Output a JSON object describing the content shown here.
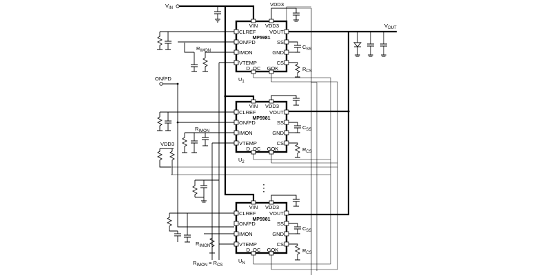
{
  "nets": {
    "vin": "V",
    "vin_sub": "IN",
    "vout": "V",
    "vout_sub": "OUT",
    "onpd": "ON/PD",
    "vdd3": "VDD3"
  },
  "ic": {
    "part": "MP5981",
    "pins_left": [
      "CLREF",
      "ON/PD",
      "IMON",
      "VTEMP"
    ],
    "pins_right": [
      "VOUT",
      "SS",
      "GND",
      "CS"
    ],
    "pin_vin": "VIN",
    "pin_vdd3": "VDD3",
    "pin_doc": "D_OC",
    "pin_gok": "GOK",
    "designators": [
      {
        "main": "U",
        "sub": "1"
      },
      {
        "main": "U",
        "sub": "2"
      },
      {
        "main": "U",
        "sub": "N"
      }
    ]
  },
  "components": {
    "css": {
      "main": "C",
      "sub": "SS"
    },
    "rcs": {
      "main": "R",
      "sub": "CS"
    },
    "rimon": {
      "main": "R",
      "sub": "IMON"
    }
  },
  "ellipsis": "⋮",
  "equation": {
    "left": "R",
    "left_sub": "IMON",
    "eq": " = ",
    "right": "R",
    "right_sub": "CS"
  }
}
